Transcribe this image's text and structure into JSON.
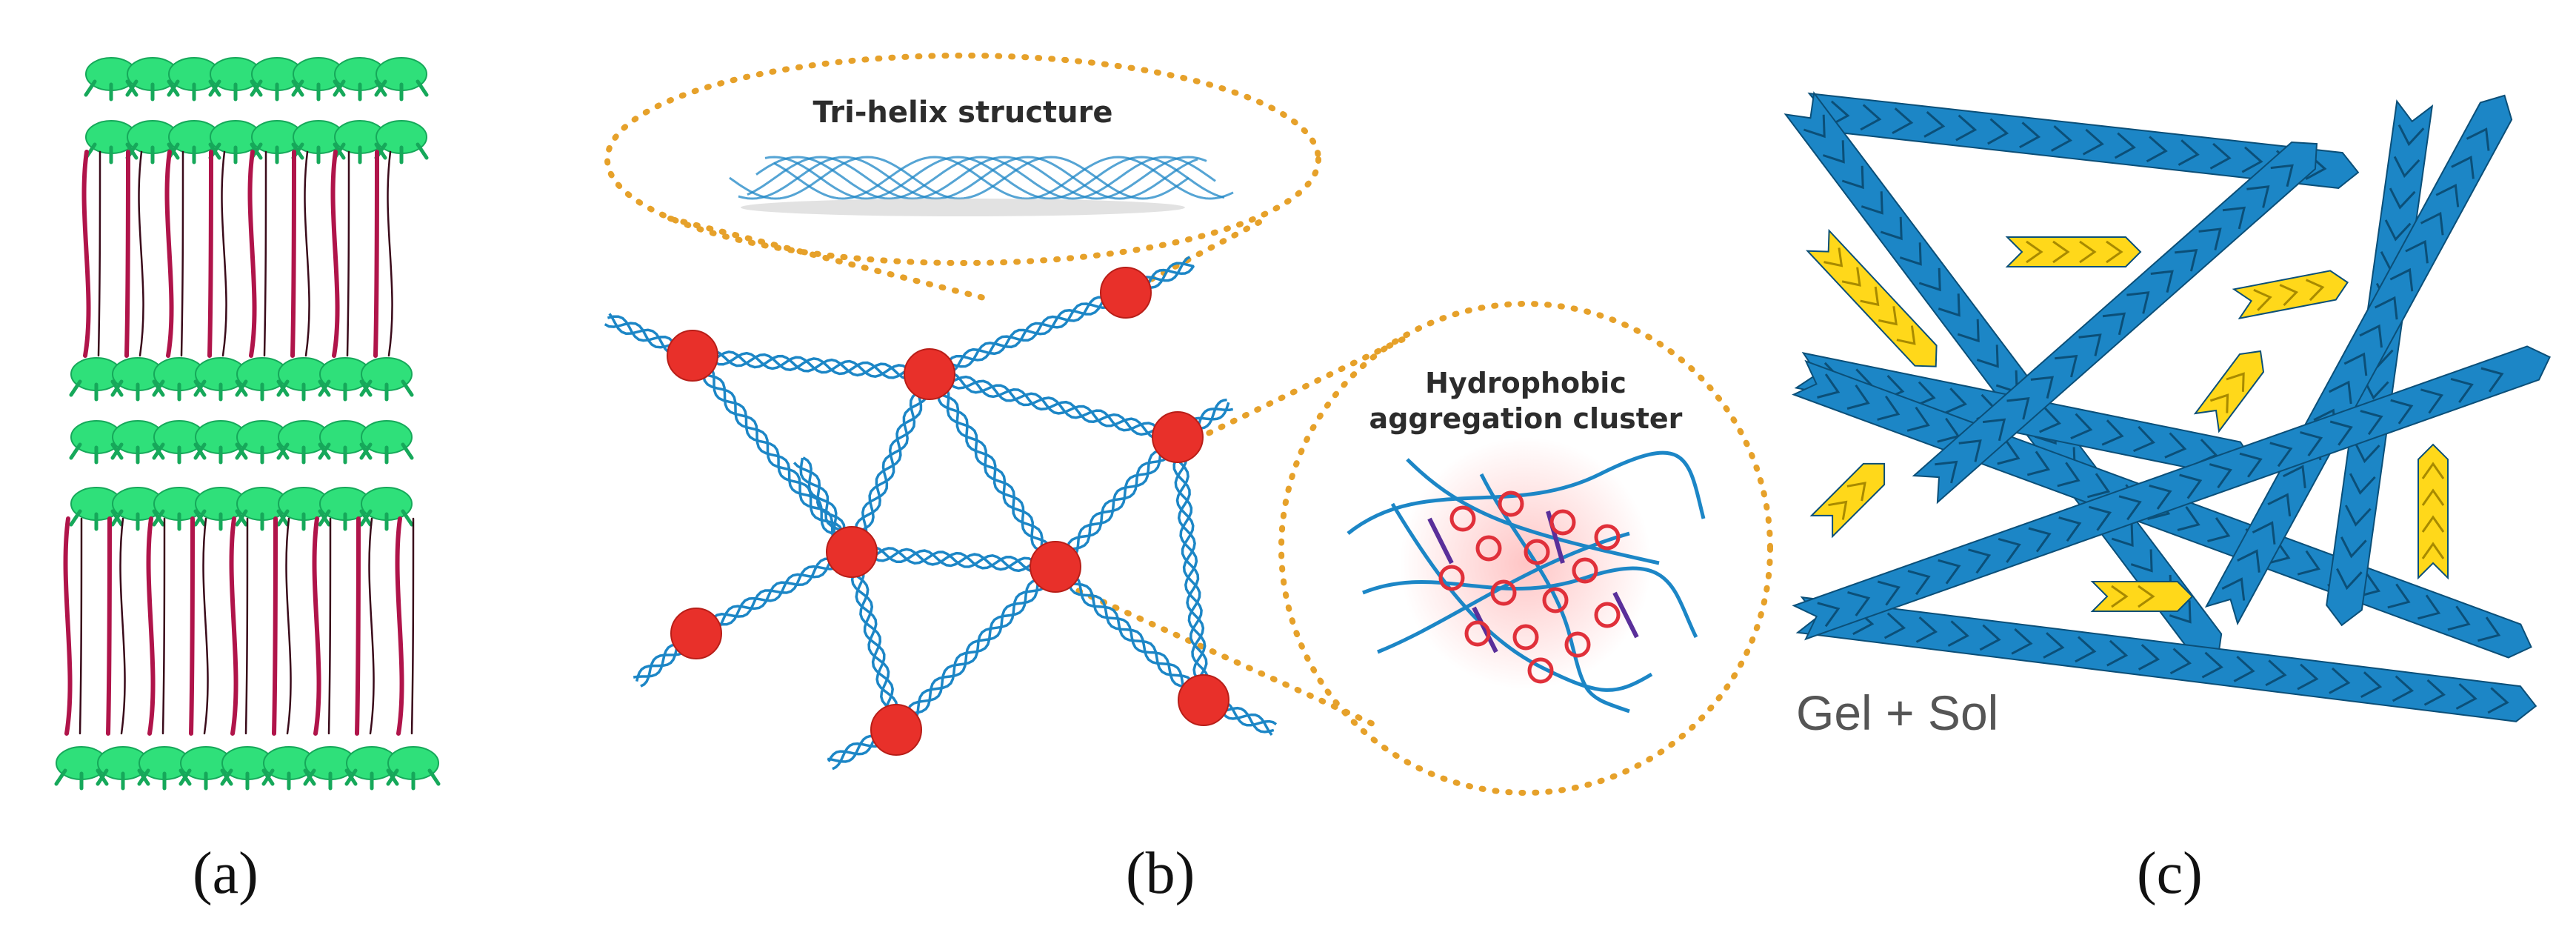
{
  "panels": [
    {
      "id": "a",
      "caption": "(a)"
    },
    {
      "id": "b",
      "caption": "(b)",
      "callouts": {
        "helix": "Tri-helix structure",
        "cluster_line1": "Hydrophobic",
        "cluster_line2": "aggregation cluster"
      }
    },
    {
      "id": "c",
      "caption": "(c)",
      "label": "Gel + Sol"
    }
  ],
  "colors": {
    "lipid_head": "#2fe07a",
    "lipid_tail": "#b0144a",
    "fiber": "#1c86c6",
    "crosslink": "#e8302a",
    "dotted_outline": "#e6a12a",
    "gel_arrow": "#ffd81a",
    "purple_linker": "#5a2f9a"
  },
  "icons": [
    "lipid-bilayer",
    "collagen-network",
    "fiber-mesh"
  ]
}
